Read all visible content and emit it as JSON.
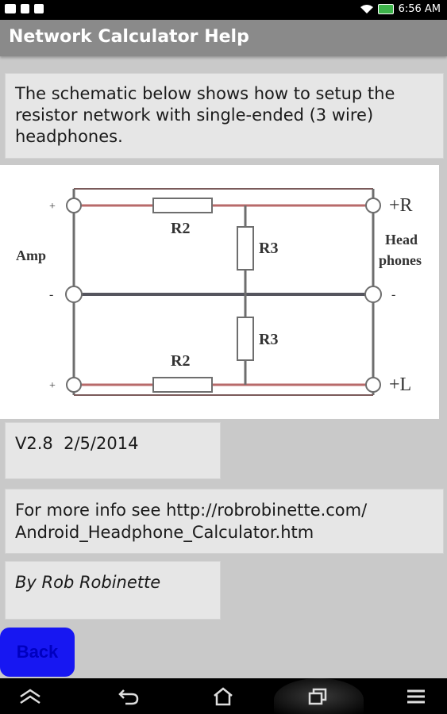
{
  "status_bar": {
    "time": "6:56 AM",
    "left_icons": [
      "notification-icon",
      "document-icon",
      "download-icon"
    ],
    "right_icons": [
      "wifi-icon",
      "battery-icon"
    ]
  },
  "action_bar": {
    "title": "Network Calculator Help"
  },
  "description": "The schematic below shows how to setup the resistor network with single-ended (3 wire) headphones.",
  "schematic": {
    "amp_label": "Amp",
    "headphones_label_1": "Head",
    "headphones_label_2": "phones",
    "r2_top": "R2",
    "r2_bottom": "R2",
    "r3_top": "R3",
    "r3_bottom": "R3",
    "plus_left_top": "+",
    "minus_left": "-",
    "plus_left_bottom": "+",
    "right_top": "+R",
    "right_mid": "-",
    "right_bottom": "+L"
  },
  "version": "V2.8  2/5/2014",
  "info_line_1": "For more info see http://robrobinette.com/",
  "info_line_2": "Android_Headphone_Calculator.htm",
  "author": "By Rob Robinette",
  "back_label": "Back",
  "nav": [
    "up-icon",
    "back-arrow-icon",
    "home-icon",
    "recent-apps-icon",
    "menu-icon"
  ]
}
